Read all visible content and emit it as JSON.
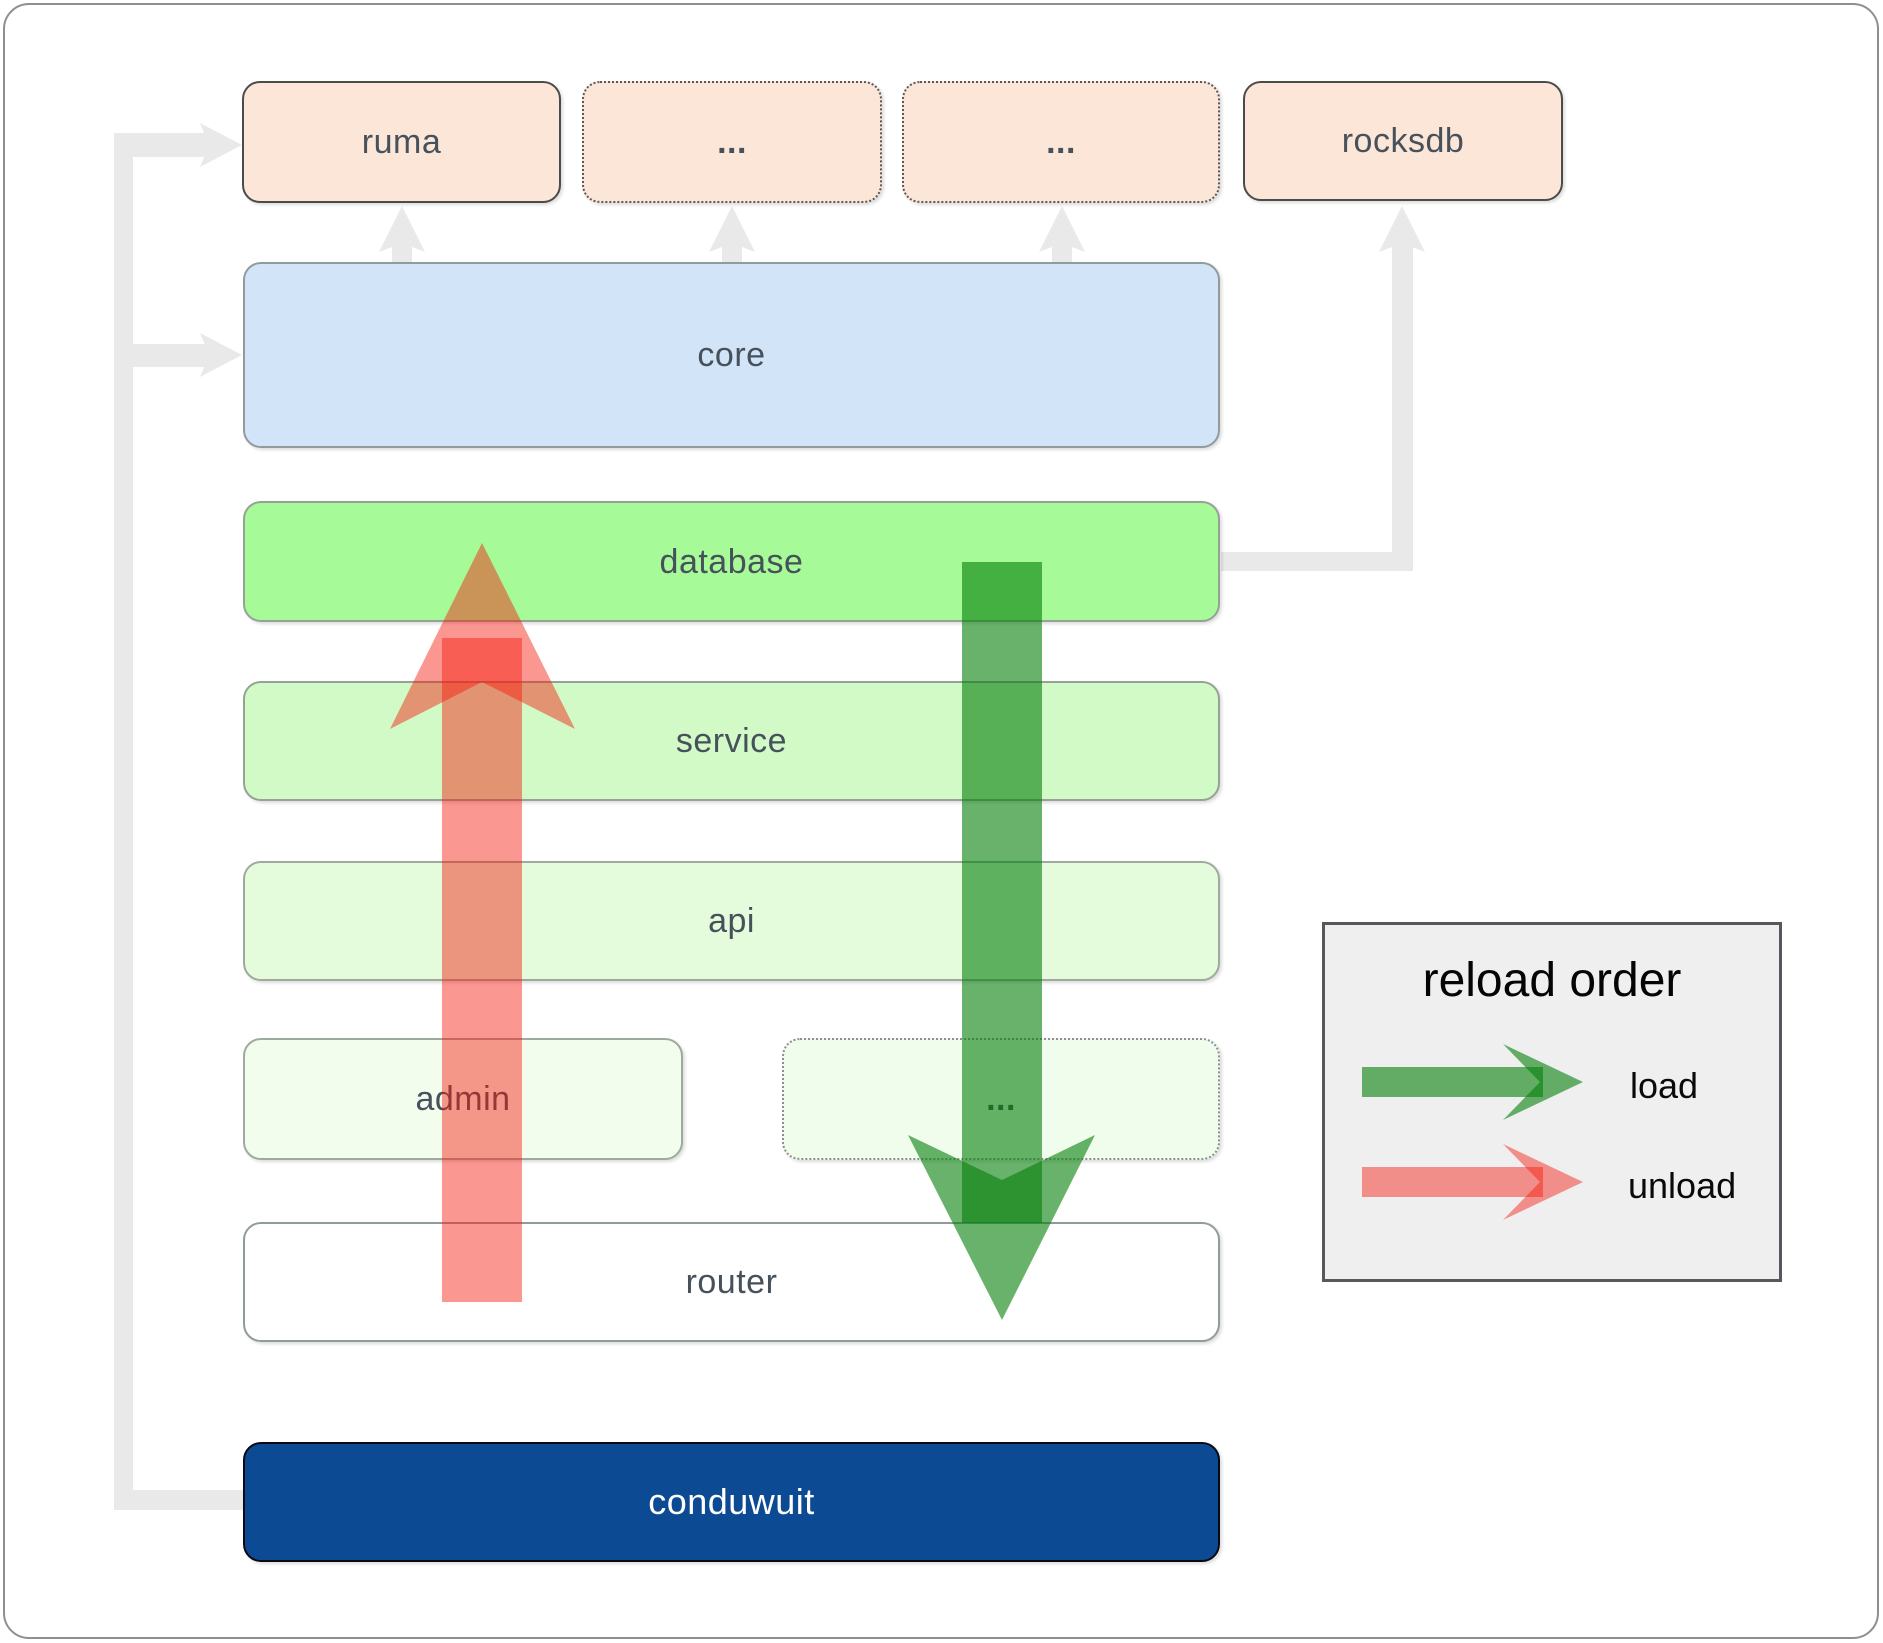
{
  "boxes": {
    "ruma": {
      "label": "ruma"
    },
    "ext1": {
      "label": "..."
    },
    "ext2": {
      "label": "..."
    },
    "rocksdb": {
      "label": "rocksdb"
    },
    "core": {
      "label": "core"
    },
    "database": {
      "label": "database"
    },
    "service": {
      "label": "service"
    },
    "api": {
      "label": "api"
    },
    "admin": {
      "label": "admin"
    },
    "ext3": {
      "label": "..."
    },
    "router": {
      "label": "router"
    },
    "conduwuit": {
      "label": "conduwuit"
    }
  },
  "legend": {
    "title": "reload order",
    "items": [
      {
        "label": "load",
        "color_key": "load_arrow"
      },
      {
        "label": "unload",
        "color_key": "unload_arrow"
      }
    ]
  },
  "colors": {
    "peach_fill": "#fce6d8",
    "core_fill": "#d2e5f8",
    "database_fill": "#a6fa97",
    "service_fill": "#d2fac6",
    "api_fill": "#e4fcdc",
    "admin_fill": "#f2fdee",
    "ext_row_fill": "#f0fdec",
    "router_fill": "#ffffff",
    "conduwuit_fill": "#0d4a94",
    "conduwuit_text": "#ffffff",
    "label_text": "#47515c",
    "legend_bg": "#efeff0",
    "connector_gray": "#e9e9e9",
    "load_arrow": "rgba(5,127,10,0.60)",
    "unload_arrow": "rgba(246,25,10,0.45)"
  }
}
